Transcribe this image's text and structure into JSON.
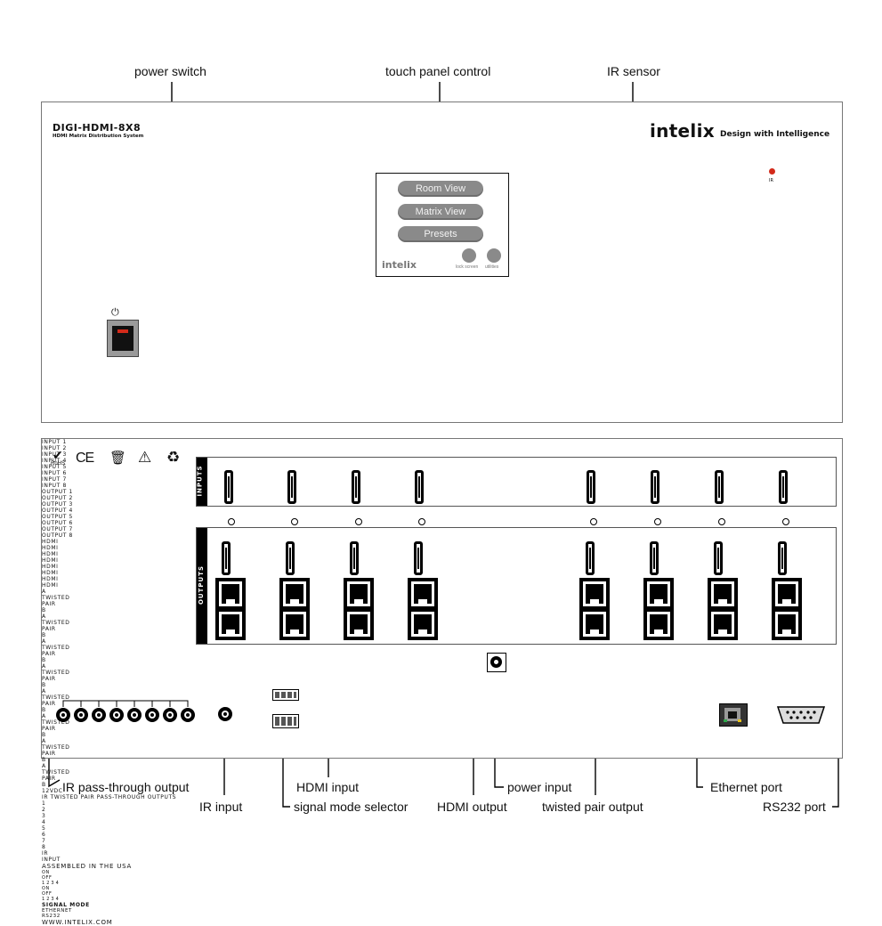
{
  "callouts": {
    "power_switch": "power switch",
    "touch_panel": "touch panel control",
    "ir_sensor": "IR sensor",
    "ir_passthrough": "IR pass-through output",
    "ir_input": "IR input",
    "hdmi_input": "HDMI input",
    "signal_mode": "signal mode selector",
    "hdmi_output": "HDMI output",
    "power_input": "power input",
    "twisted_pair_output": "twisted pair output",
    "ethernet_port": "Ethernet port",
    "rs232_port": "RS232 port"
  },
  "front": {
    "model": "DIGI-HDMI-8X8",
    "subtitle": "HDMI Matrix Distribution System",
    "brand": "intelix",
    "tagline": "Design with Intelligence",
    "ir_label": "IR",
    "touch_panel": {
      "buttons": [
        "Room View",
        "Matrix View",
        "Presets"
      ],
      "brand": "intelix",
      "lock_label": "lock screen",
      "utilities_label": "utilities"
    }
  },
  "rear": {
    "compliance_rohs": "RoHS",
    "compliance_ce": "CE",
    "inputs_label": "INPUTS",
    "outputs_label": "OUTPUTS",
    "inputs": [
      "INPUT 1",
      "INPUT 2",
      "INPUT 3",
      "INPUT 4",
      "INPUT 5",
      "INPUT 6",
      "INPUT 7",
      "INPUT 8"
    ],
    "outputs": [
      "OUTPUT 1",
      "OUTPUT 2",
      "OUTPUT 3",
      "OUTPUT 4",
      "OUTPUT 5",
      "OUTPUT 6",
      "OUTPUT 7",
      "OUTPUT 8"
    ],
    "hdmi_tag": "HDMI",
    "tp_tag_1": "TWISTED",
    "tp_tag_2": "PAIR",
    "tp_a": "A",
    "tp_b": "B",
    "power_label": "12VDC",
    "ir_tp_title": "IR TWISTED PAIR PASS-THROUGH OUTPUTS",
    "ir_tp_numbers": [
      "1",
      "2",
      "3",
      "4",
      "5",
      "6",
      "7",
      "8"
    ],
    "ir_input_1": "IR",
    "ir_input_2": "INPUT",
    "assembled": "ASSEMBLED IN THE USA",
    "dip_on": "ON",
    "dip_off": "OFF",
    "dip_numbers": [
      "1",
      "2",
      "3",
      "4"
    ],
    "signal_mode": "SIGNAL MODE",
    "ethernet": "ETHERNET",
    "rs232": "RS232",
    "website": "WWW.INTELIX.COM"
  }
}
